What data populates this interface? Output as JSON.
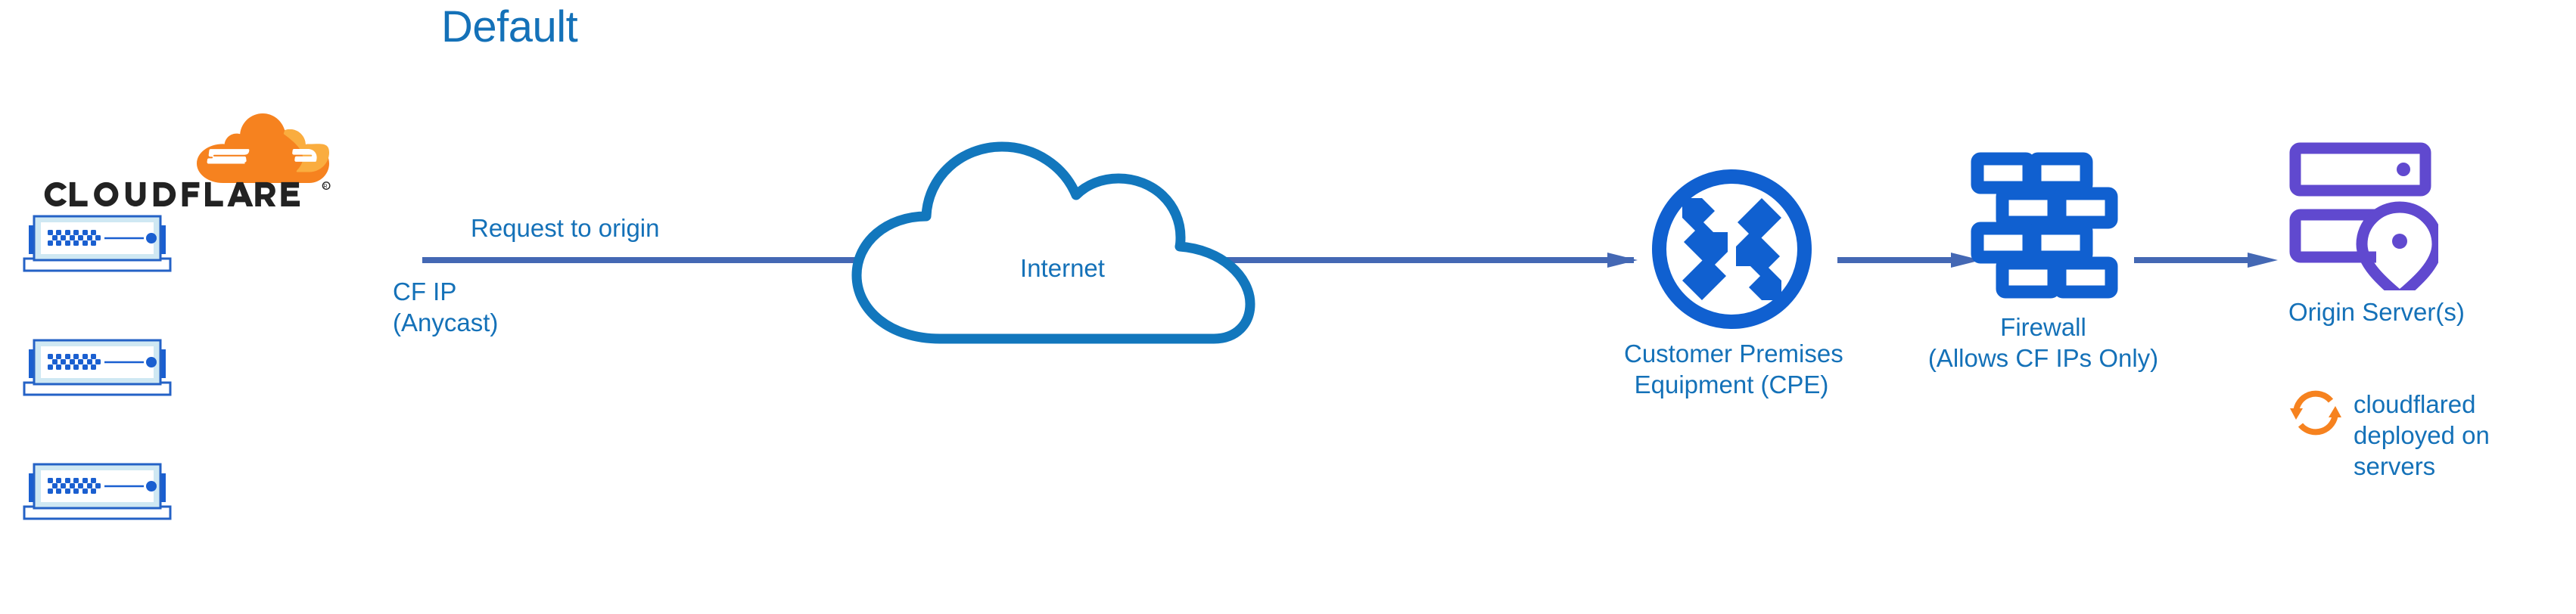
{
  "diagram": {
    "title": "Default",
    "type": "network-flow",
    "background_color": "#ffffff"
  },
  "colors": {
    "title_blue": "#1471b8",
    "label_blue": "#1471b8",
    "icon_blue": "#1060d0",
    "arrow_blue": "#4468b4",
    "cloud_blue": "#1277bd",
    "rack_light": "#cfe8f3",
    "rack_accent": "#1a5fd0",
    "origin_purple": "#6049cf",
    "cloudflare_orange": "#f6821f",
    "cloudflare_orange_light": "#faad3f",
    "wordmark_black": "#222222"
  },
  "source": {
    "brand_name": "CLOUDFLARE",
    "brand_mark": "cloudflare-cloud-logo",
    "racks": [
      {
        "name": "cloudflare-edge-server-1"
      },
      {
        "name": "cloudflare-edge-server-2"
      },
      {
        "name": "cloudflare-edge-server-3"
      }
    ]
  },
  "flow": {
    "request_label": "Request to origin",
    "cf_ip_label_line1": "CF IP",
    "cf_ip_label_line2": "(Anycast)",
    "arrows": [
      {
        "name": "arrow-cloud-to-cpe"
      },
      {
        "name": "arrow-cpe-to-firewall"
      },
      {
        "name": "arrow-firewall-to-origin"
      }
    ]
  },
  "nodes": {
    "internet": {
      "label": "Internet",
      "icon": "cloud-icon"
    },
    "cpe": {
      "label_line1": "Customer Premises",
      "label_line2": "Equipment (CPE)",
      "icon": "router-four-arrows-icon"
    },
    "firewall": {
      "label_line1": "Firewall",
      "label_line2": "(Allows CF IPs Only)",
      "icon": "brick-wall-icon"
    },
    "origin": {
      "label": "Origin Server(s)",
      "icon": "server-stack-location-pin-icon"
    }
  },
  "annotations": {
    "cloudflared": {
      "icon": "circular-arrows-sync-icon",
      "line1": "cloudflared",
      "line2": "deployed on",
      "line3": "servers",
      "text": "cloudflared deployed on servers"
    }
  }
}
